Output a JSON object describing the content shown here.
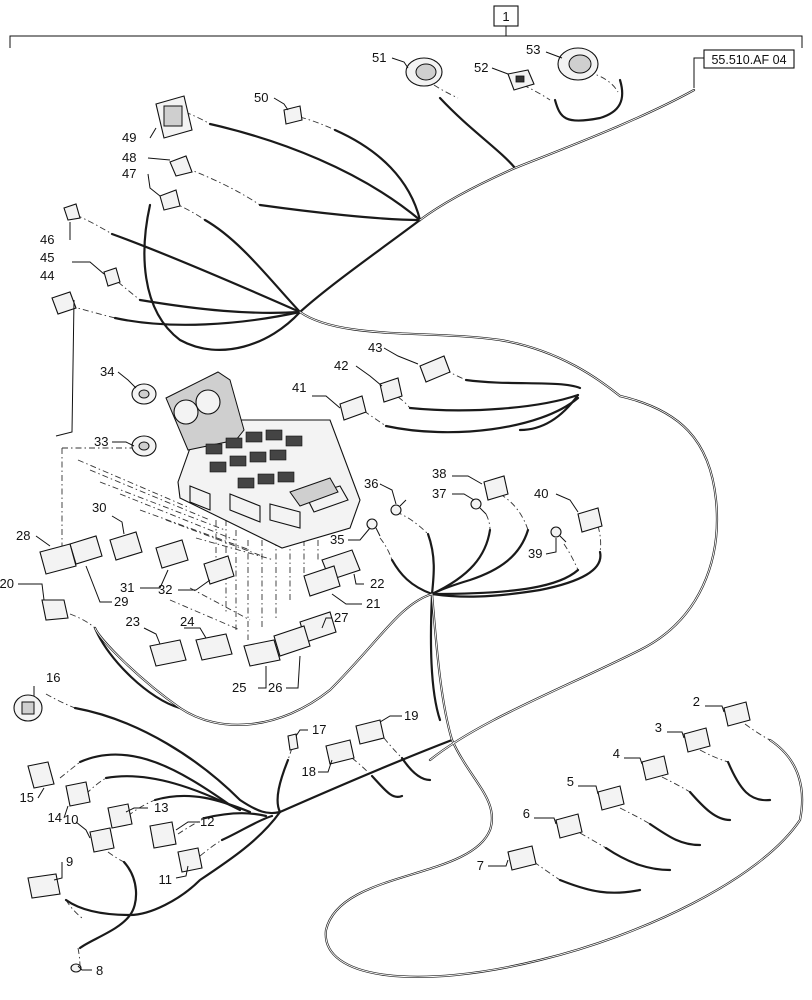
{
  "assembly": {
    "item_label": "1",
    "reference_label": "55.510.AF 04"
  },
  "callouts": [
    "2",
    "3",
    "4",
    "5",
    "6",
    "7",
    "8",
    "9",
    "10",
    "11",
    "12",
    "13",
    "14",
    "15",
    "16",
    "17",
    "18",
    "19",
    "20",
    "21",
    "22",
    "23",
    "24",
    "25",
    "26",
    "27",
    "28",
    "29",
    "30",
    "31",
    "32",
    "33",
    "34",
    "35",
    "36",
    "37",
    "38",
    "39",
    "40",
    "41",
    "42",
    "43",
    "44",
    "45",
    "46",
    "47",
    "48",
    "49",
    "50",
    "51",
    "52",
    "53"
  ]
}
